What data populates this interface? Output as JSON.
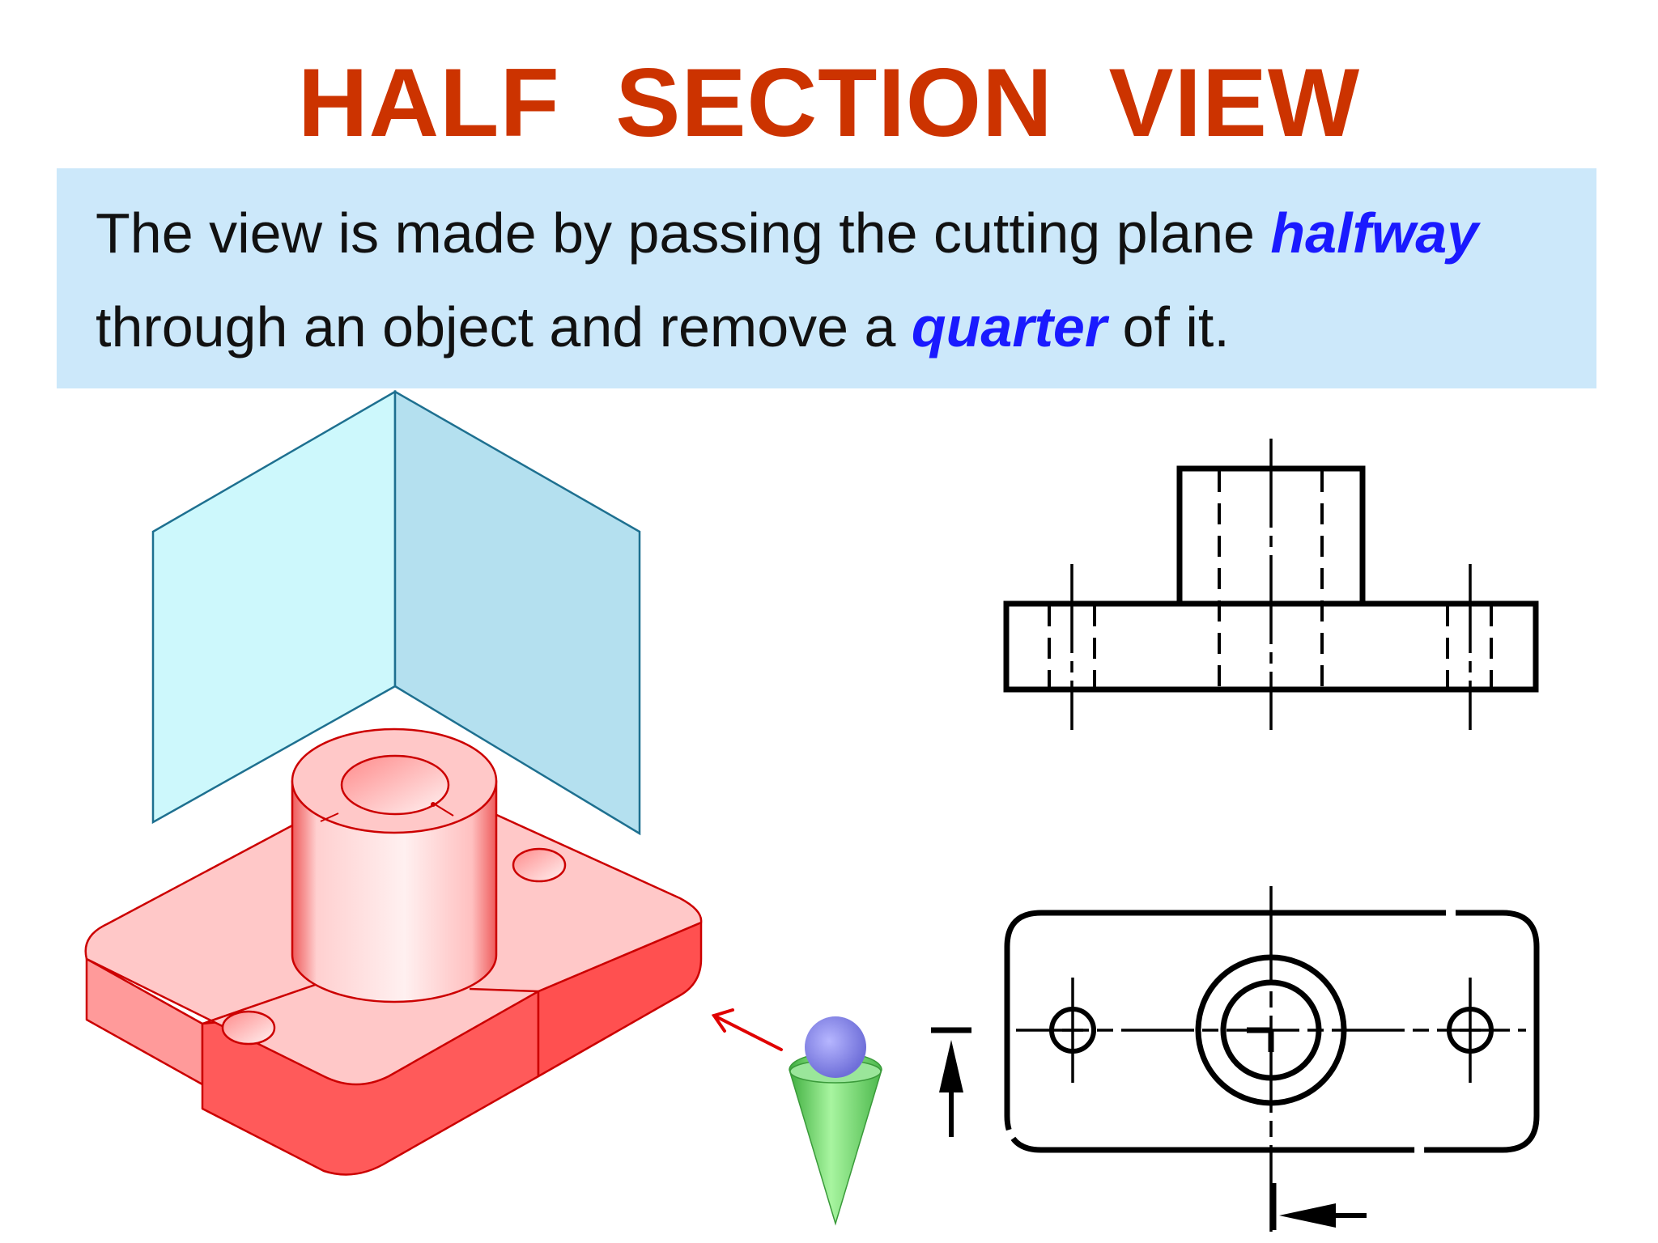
{
  "title": "HALF  SECTION  VIEW",
  "description": {
    "line1_pre": "The view is made by passing the cutting plane ",
    "line1_em": "halfway",
    "line2_pre": "through an object and remove a ",
    "line2_em": "quarter",
    "line2_post": " of it."
  },
  "colors": {
    "title": "#cc3300",
    "emphasis": "#1a1aff",
    "box_background": "#cce8fa",
    "object_fill": "#ffc8c8",
    "object_edge": "#cc0000",
    "plane_left": "#cdf8fc",
    "plane_right": "#b4e0ef"
  }
}
